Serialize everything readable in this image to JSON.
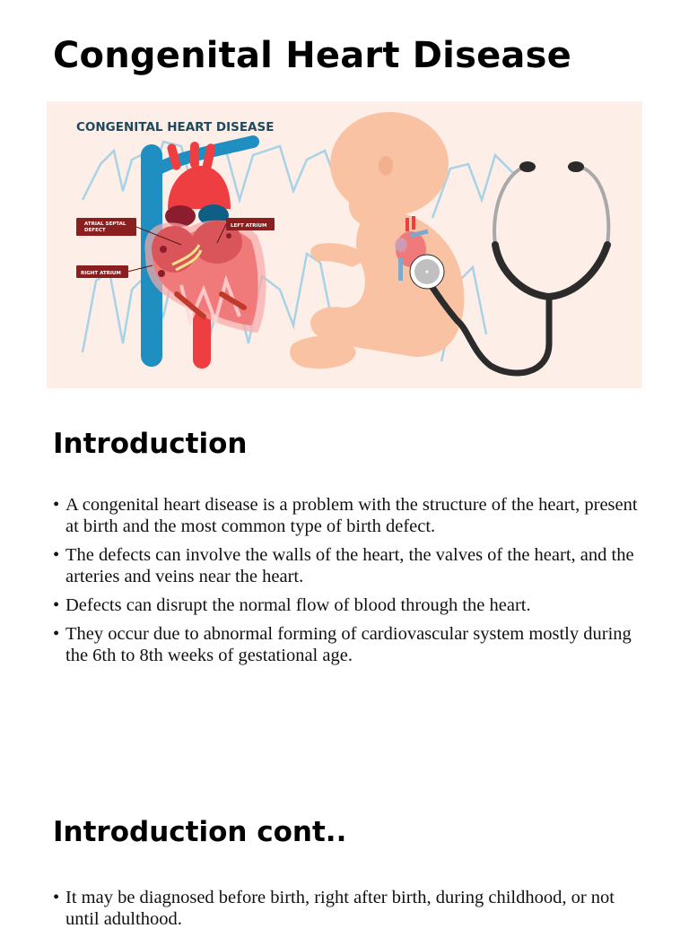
{
  "page": {
    "title": "Congenital Heart Disease"
  },
  "hero_image": {
    "heading": "CONGENITAL HEART DISEASE",
    "labels": {
      "atrial_septal_defect_line1": "ATRIAL SEPTAL",
      "atrial_septal_defect_line2": "DEFECT",
      "left_atrium": "LEFT ATRIUM",
      "right_atrium": "RIGHT ATRIUM"
    },
    "colors": {
      "background": "#fdeee8",
      "heading": "#1e4a5c",
      "label_bg": "#8b1e1e",
      "artery_red": "#ef3e42",
      "vein_blue": "#1e8fc0",
      "heart_pink": "#f07a7a",
      "skin": "#f9c3a3",
      "ecg_line": "#a8d3e6",
      "stethoscope": "#2b2b2b"
    }
  },
  "sections": [
    {
      "heading": "Introduction",
      "bullet_glyph": "•",
      "bullets": [
        "A congenital heart disease is a problem with the structure of the heart, present at birth and the most common type of birth defect.",
        "The defects can involve the walls of the heart, the valves of the heart, and the arteries and veins near the heart.",
        "Defects can disrupt the normal flow of blood through the heart.",
        "They occur due to abnormal forming of cardiovascular system mostly during the 6th to 8th weeks of gestational age."
      ]
    },
    {
      "heading": "Introduction cont..",
      "bullet_glyph": "•",
      "bullets": [
        "It may be diagnosed before birth, right after birth, during childhood, or not until adulthood."
      ]
    }
  ]
}
